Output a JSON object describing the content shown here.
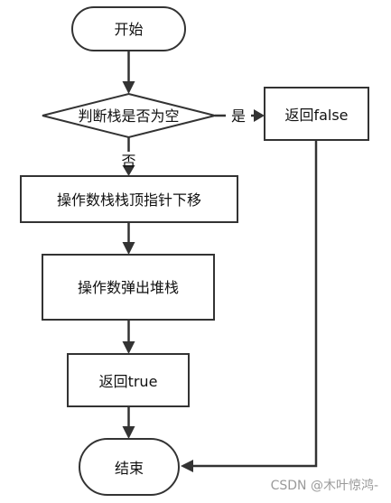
{
  "nodes": {
    "start": "开始",
    "decision": "判断栈是否为空",
    "return_false": "返回false",
    "move_pointer": "操作数栈栈顶指针下移",
    "pop": "操作数弹出堆栈",
    "return_true": "返回true",
    "end": "结束"
  },
  "edges": {
    "yes_label": "是",
    "no_label": "否"
  },
  "watermark": "CSDN @木叶惊鸿-"
}
